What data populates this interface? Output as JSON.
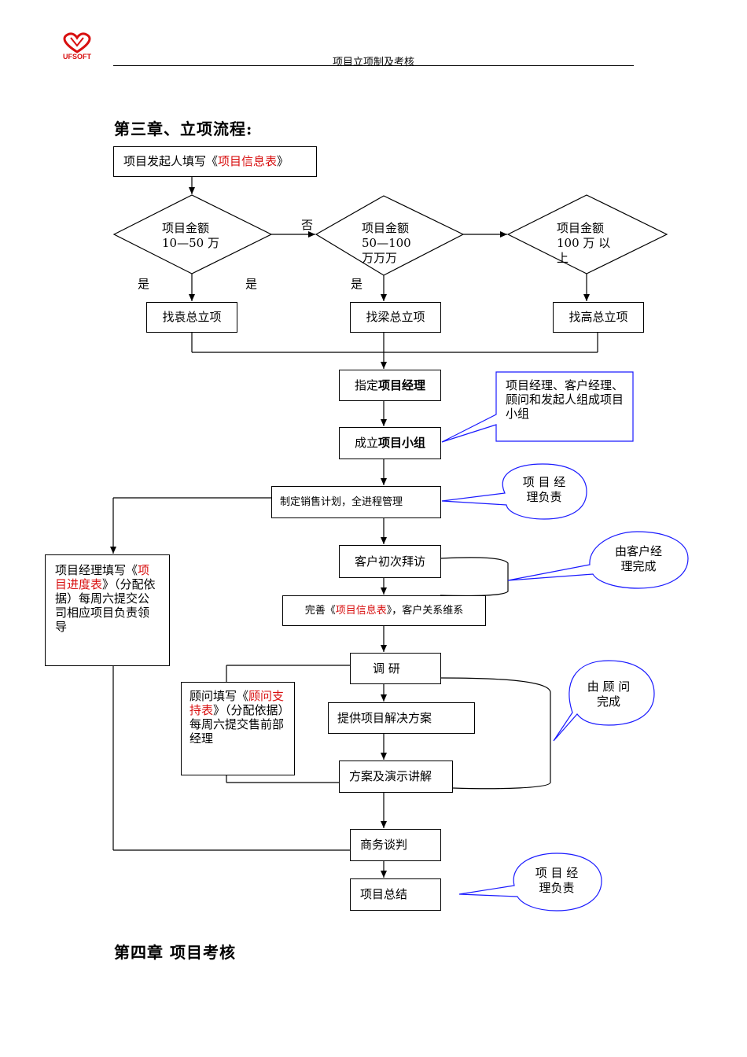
{
  "header": {
    "logo_text": "UFSOFT",
    "title": "项目立项制及考核"
  },
  "chapter3": {
    "title": "第三章、立项流程:"
  },
  "chapter4": {
    "title": "第四章  项目考核"
  },
  "colors": {
    "stroke": "#000000",
    "callout": "#1a1aff",
    "highlight": "#d81010"
  },
  "flow": {
    "start": {
      "prefix": "项目发起人填写《",
      "link": "项目信息表",
      "suffix": "》"
    },
    "diamond1": {
      "line1": "项目金额",
      "line2": "10—50 万"
    },
    "diamond2": {
      "line1": "项目金额",
      "line2": "50—100",
      "line3": "万万万"
    },
    "diamond3": {
      "line1": "项目金额",
      "line2": "100   万 以",
      "line3": "上"
    },
    "no_label": "否",
    "yes1": "是",
    "yes2": "是",
    "yes3": "是",
    "approve1": "找袁总立项",
    "approve2": "找梁总立项",
    "approve3": "找高总立项",
    "assign_pm": {
      "prefix": "指定",
      "bold": "项目经理"
    },
    "form_team": {
      "prefix": "成立",
      "bold": "项目小组"
    },
    "team_note": "项目经理、客户经理、顾问和发起人组成项目小组",
    "plan": "制定销售计划，全进程管理",
    "plan_note": {
      "line1": "项 目 经",
      "line2": "理负责"
    },
    "visit": "客户初次拜访",
    "visit_note": {
      "line1": "由客户经",
      "line2": "理完成"
    },
    "improve": {
      "prefix": "完善《",
      "link": "项目信息表",
      "suffix": "》，客户关系维系"
    },
    "pm_progress": {
      "prefix": "项目经理填写《",
      "link": "项目进度表",
      "suffix": "》（分配依据）每周六提交公司相应项目负责领导"
    },
    "research": "调  研",
    "solution": "提供项目解决方案",
    "consultant_fill": {
      "prefix": "顾问填写《",
      "link": "顾问支持表",
      "suffix": "》（分配依据）每周六提交售前部经理"
    },
    "consultant_note": {
      "line1": "由 顾 问",
      "line2": "完成"
    },
    "demo": "方案及演示讲解",
    "negotiate": "商务谈判",
    "summary": "项目总结",
    "summary_note": {
      "line1": "项 目 经",
      "line2": "理负责"
    }
  }
}
